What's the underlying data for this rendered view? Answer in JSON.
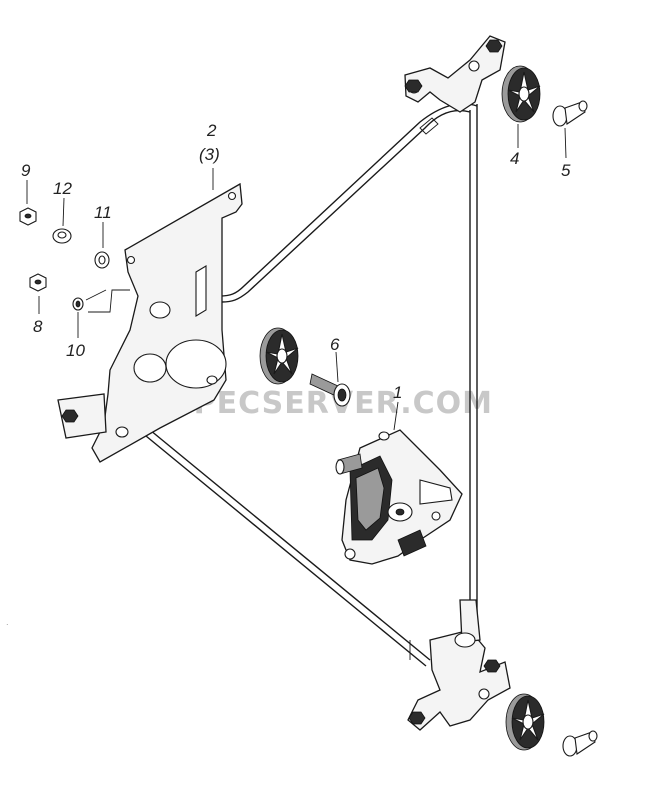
{
  "labels": {
    "p1": "1",
    "p2": "2",
    "p2_alt": "(3)",
    "p4": "4",
    "p5": "5",
    "p6": "6",
    "p8": "8",
    "p9": "9",
    "p10": "10",
    "p11": "11",
    "p12": "12"
  },
  "watermark": "SPECSERVER.COM"
}
